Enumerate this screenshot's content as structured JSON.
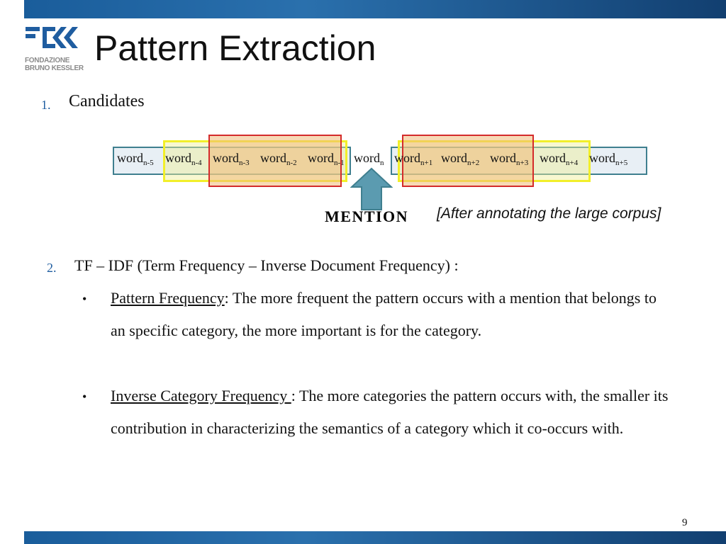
{
  "slide": {
    "title": "Pattern Extraction",
    "logo_text_line1": "FONDAZIONE",
    "logo_text_line2": "BRUNO KESSLER",
    "page_number": "9"
  },
  "list": {
    "item1": {
      "number": "1.",
      "text": "Candidates"
    },
    "item2": {
      "number": "2.",
      "text": "TF – IDF (Term Frequency – Inverse Document Frequency) :"
    }
  },
  "diagram": {
    "words": [
      {
        "base": "word",
        "sub": "n-5"
      },
      {
        "base": "word",
        "sub": "n-4"
      },
      {
        "base": "word",
        "sub": "n-3"
      },
      {
        "base": "word",
        "sub": "n-2"
      },
      {
        "base": "word",
        "sub": "n-1"
      },
      {
        "base": "word",
        "sub": "n"
      },
      {
        "base": "word",
        "sub": "n+1"
      },
      {
        "base": "word",
        "sub": "n+2"
      },
      {
        "base": "word",
        "sub": "n+3"
      },
      {
        "base": "word",
        "sub": "n+4"
      },
      {
        "base": "word",
        "sub": "n+5"
      }
    ],
    "mention_label": "MENTION",
    "annotation": "[After annotating the large corpus]"
  },
  "bullets": [
    {
      "term": "Pattern Frequency",
      "description": ": The more frequent the pattern occurs with a mention that belongs to an specific category, the more important is for the category."
    },
    {
      "term": "Inverse Category Frequency ",
      "description": ": The more categories the pattern occurs with, the smaller its contribution in characterizing the semantics of a category which it co-occurs with."
    }
  ],
  "colors": {
    "bar_blue": "#1a5d9b",
    "number_blue": "#1f5da0",
    "seq_border": "#3f7f8f",
    "yellow_box": "#f2ef2a",
    "red_box": "#d42b2b",
    "arrow_fill": "#5b9bb0"
  }
}
